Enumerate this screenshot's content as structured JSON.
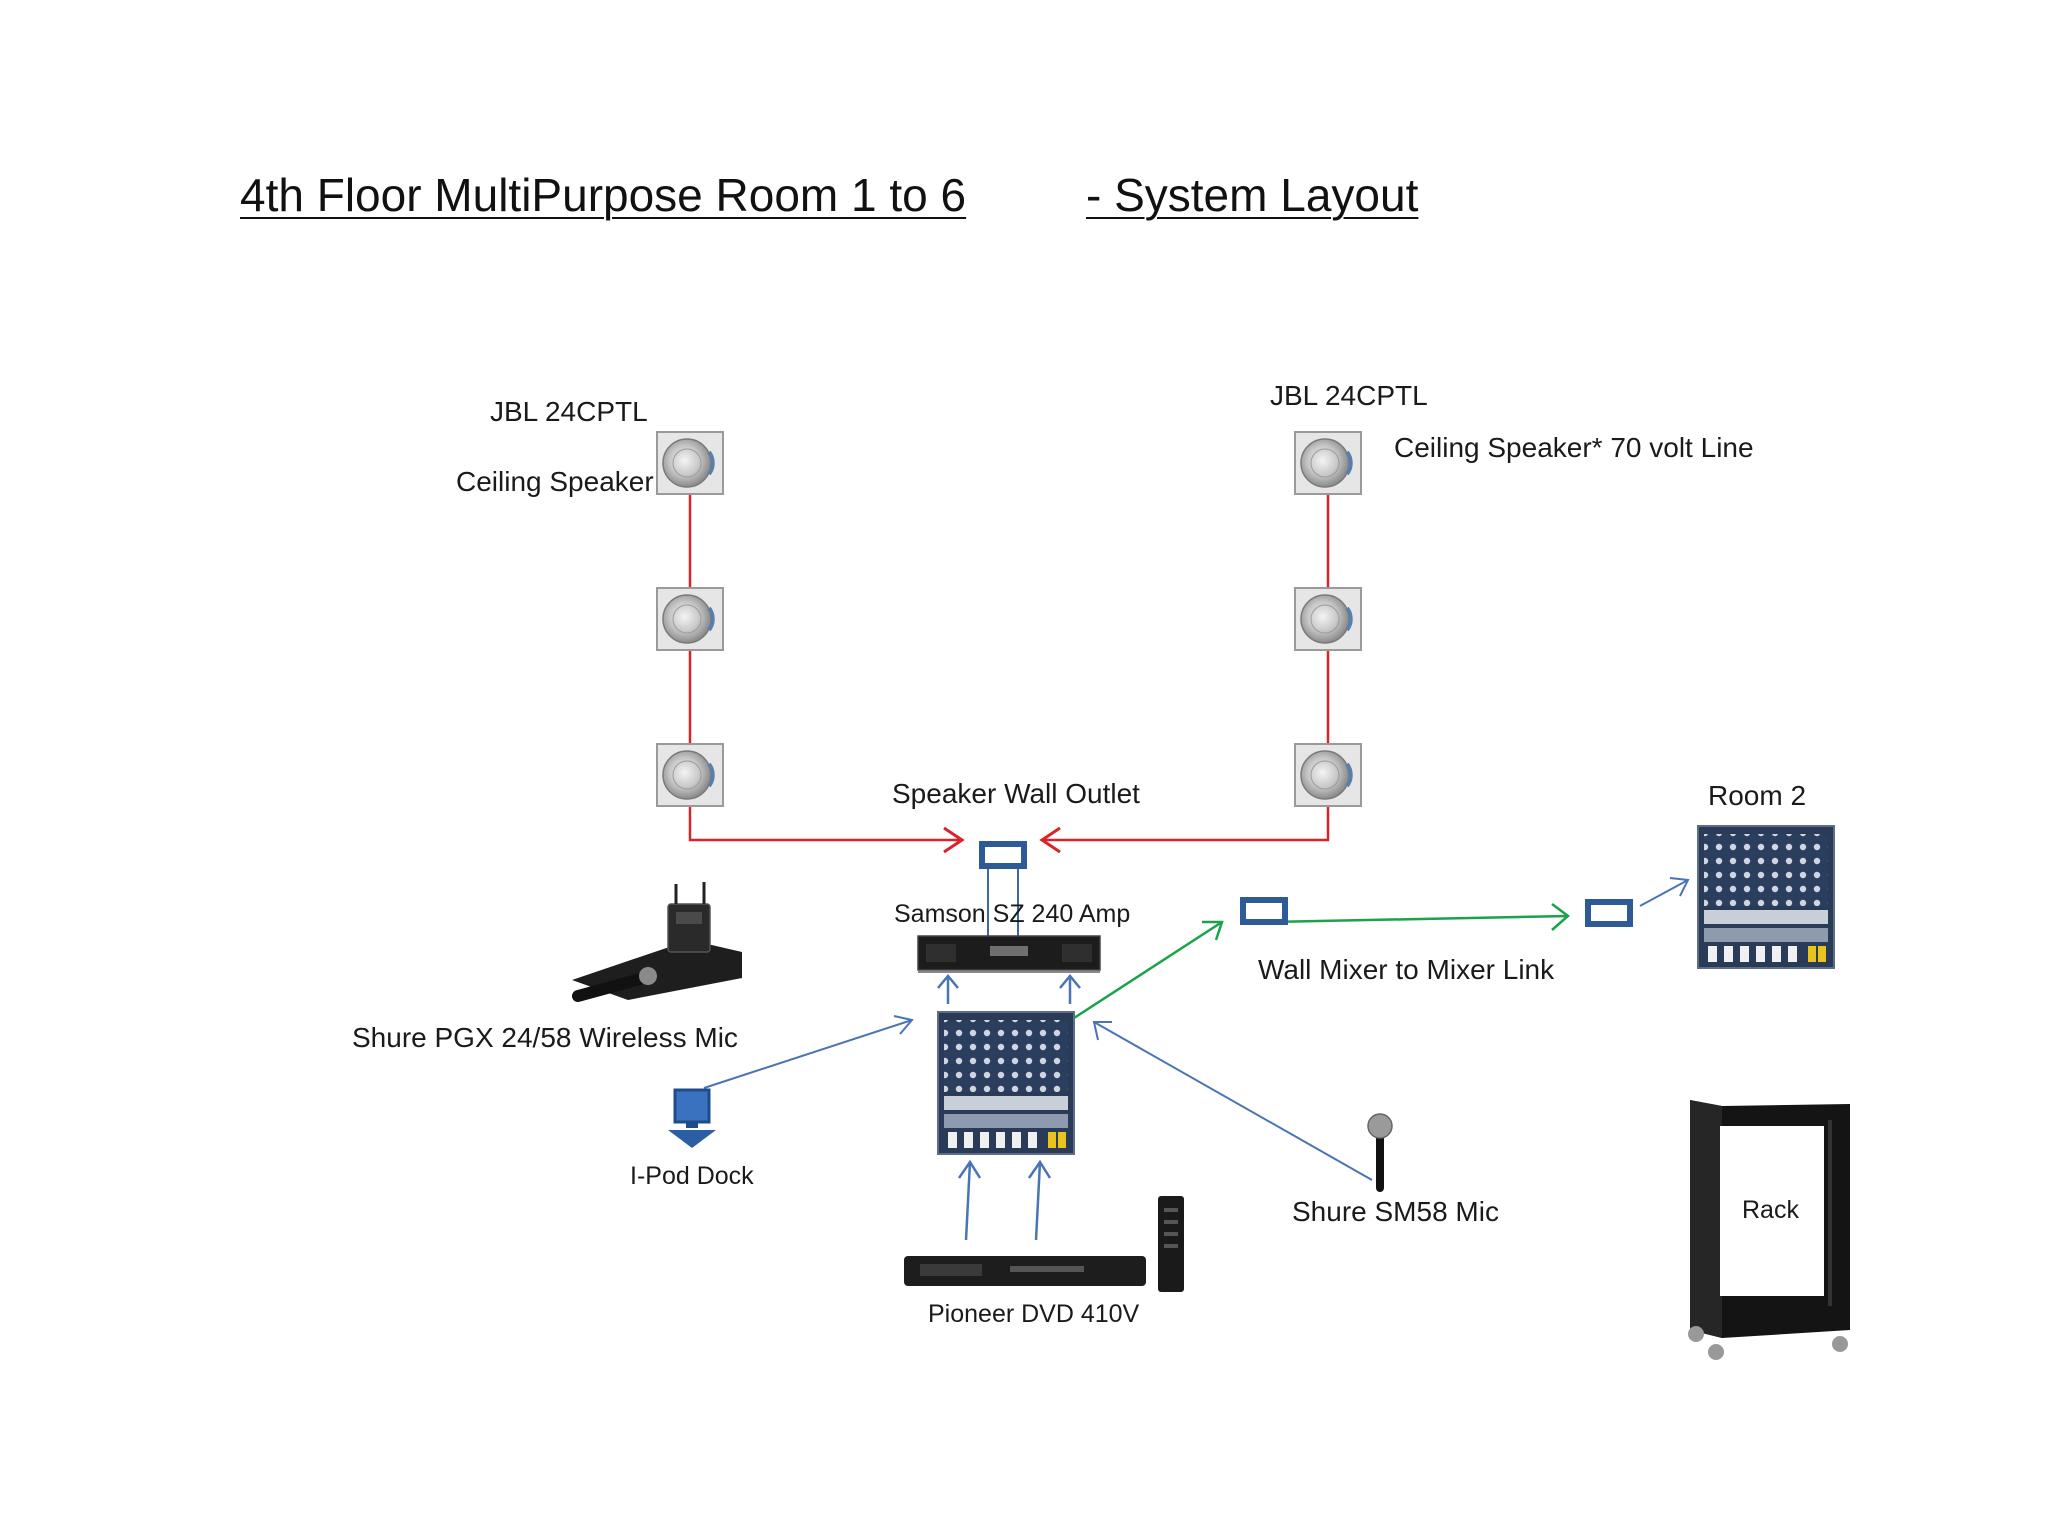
{
  "title": {
    "part1": "4th  Floor MultiPurpose  Room  1 to 6",
    "part2": "- System Layout"
  },
  "labels": {
    "jbl_left": "JBL  24CPTL",
    "ceiling_left": "Ceiling Speaker",
    "jbl_right": "JBL  24CPTL",
    "ceiling_right": "Ceiling Speaker* 70 volt Line",
    "speaker_wall_outlet": "Speaker Wall Outlet",
    "amp": "Samson SZ 240 Amp",
    "wireless_mic": "Shure PGX 24/58 Wireless Mic",
    "ipod_dock": "I-Pod Dock",
    "dvd": "Pioneer DVD 410V",
    "sm58": "Shure SM58 Mic",
    "wall_link": "Wall Mixer to Mixer Link",
    "room2": "Room 2",
    "rack": "Rack"
  },
  "colors": {
    "speaker_line": "#d9232a",
    "signal_line": "#4a74b4",
    "link_line": "#1aa34a",
    "outlet_box": "#2e5a95"
  }
}
